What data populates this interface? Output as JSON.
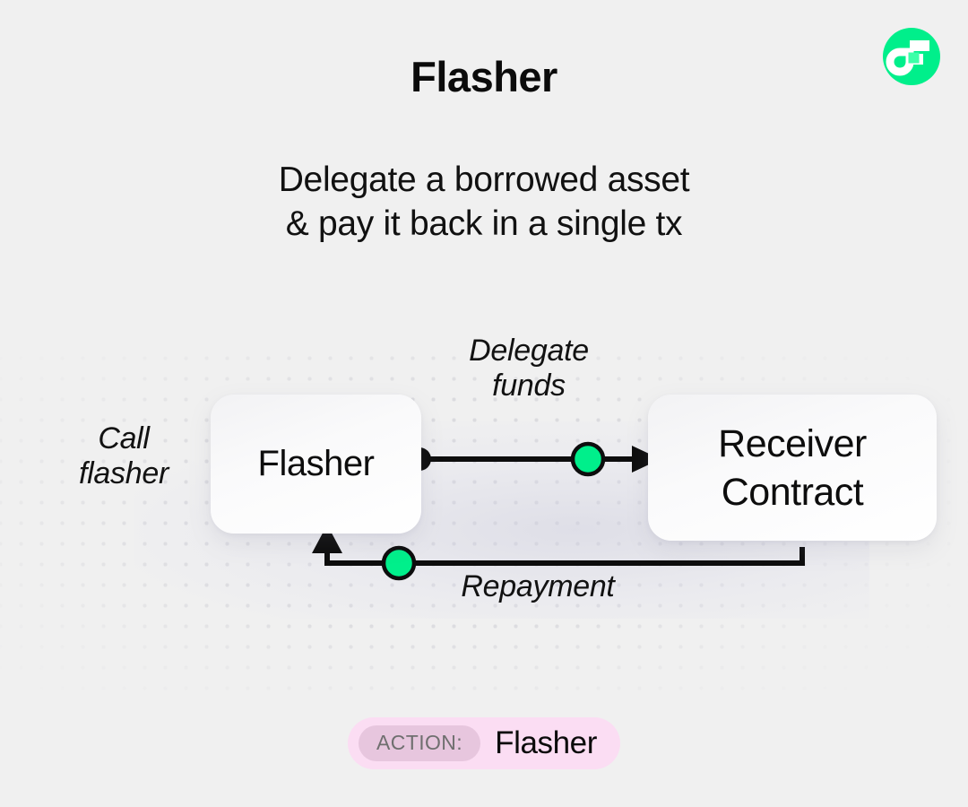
{
  "brand": {
    "logo_icon": "flow-logo-icon",
    "logo_color": "#00ef8b"
  },
  "header": {
    "title": "Flasher",
    "subtitle_line1": "Delegate a borrowed asset",
    "subtitle_line2": "& pay it back in a single tx"
  },
  "diagram": {
    "type": "flow-diagram",
    "nodes": [
      {
        "id": "flasher",
        "label": "Flasher"
      },
      {
        "id": "receiver",
        "label_line1": "Receiver",
        "label_line2": "Contract"
      }
    ],
    "edges": [
      {
        "id": "call",
        "label_line1": "Call",
        "label_line2": "flasher",
        "style": "italic"
      },
      {
        "id": "delegate",
        "label_line1": "Delegate",
        "label_line2": "funds",
        "from": "flasher",
        "to": "receiver",
        "style": "italic"
      },
      {
        "id": "repayment",
        "label": "Repayment",
        "from": "receiver",
        "to": "flasher",
        "style": "italic"
      }
    ],
    "marker_color": "#00ef8b",
    "line_color": "#0d0d0d"
  },
  "footer": {
    "action_tag": "ACTION:",
    "action_value": "Flasher",
    "chip_color": "#fbddf3",
    "tag_color": "#e7c6de"
  }
}
